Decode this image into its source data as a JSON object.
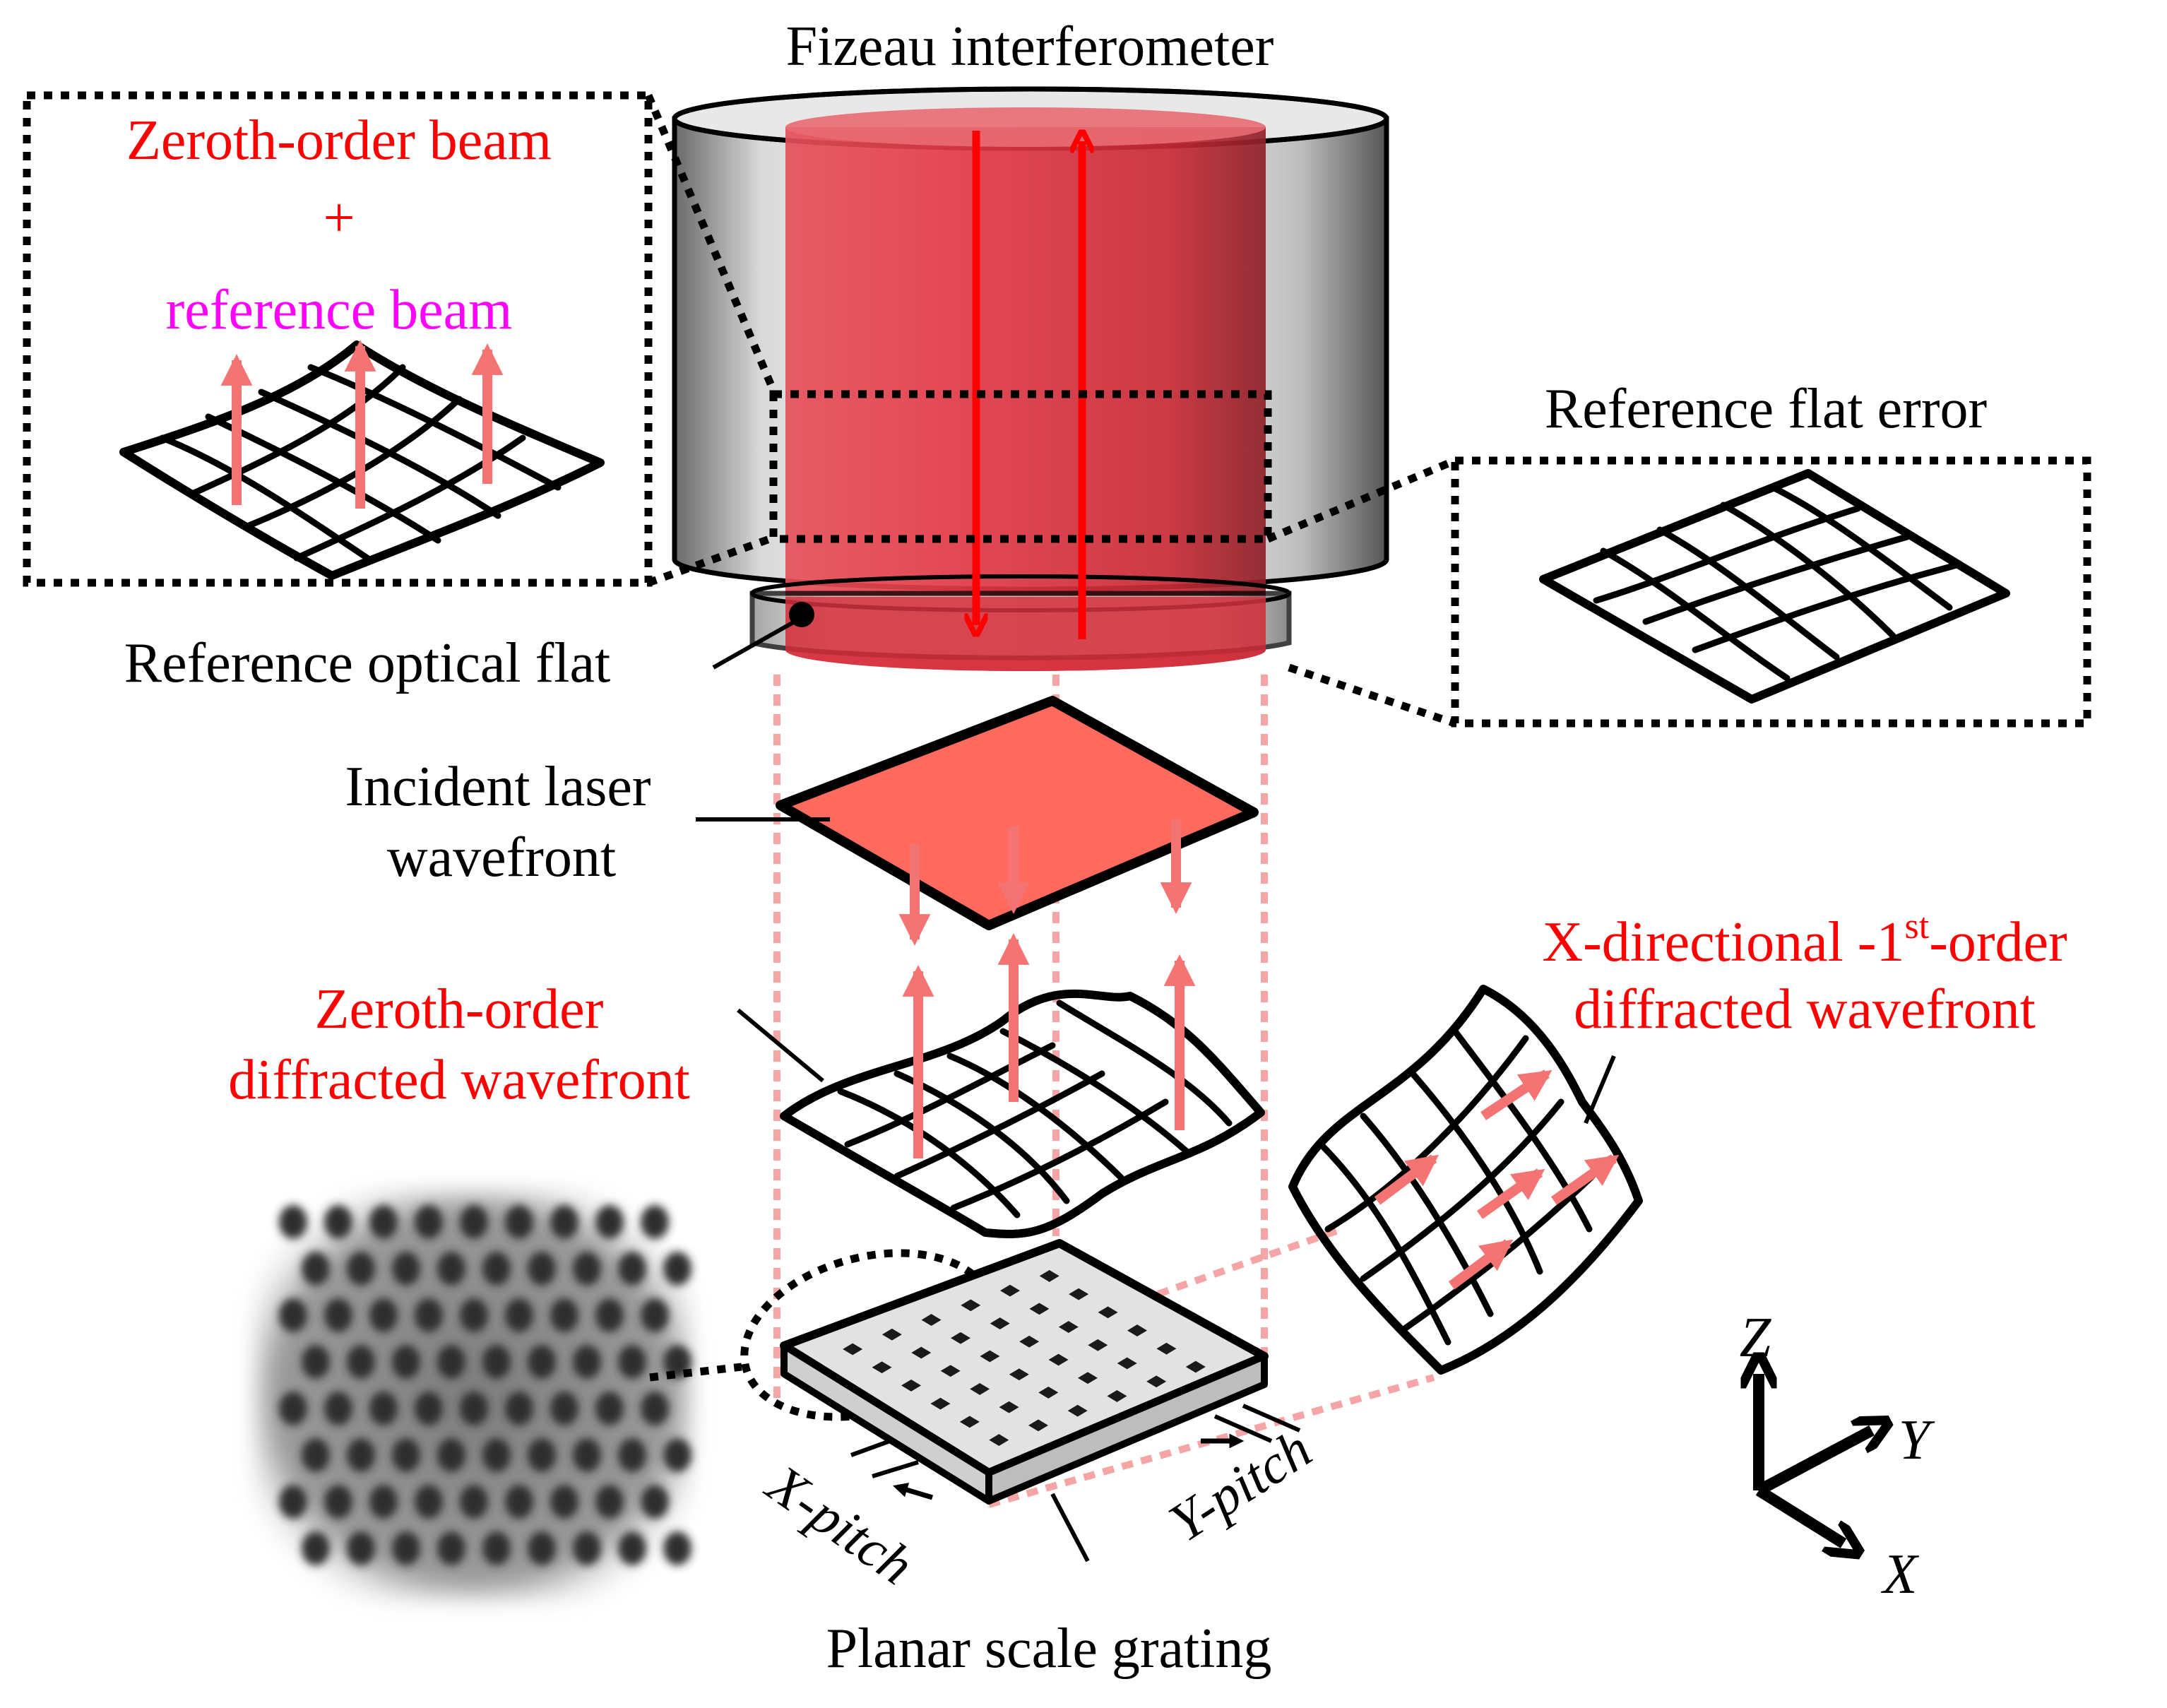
{
  "labels": {
    "fizeau": "Fizeau interferometer",
    "zeroth_order_beam": "Zeroth-order beam",
    "plus_sign": "+",
    "reference_beam": "reference beam",
    "reference_flat_error": "Reference flat error",
    "reference_optical_flat": "Reference optical flat",
    "incident_laser_line1": "Incident laser",
    "incident_laser_line2": "wavefront",
    "zeroth_diffracted_line1": "Zeroth-order",
    "zeroth_diffracted_line2": "diffracted wavefront",
    "x_directional_prefix": "X-directional -1",
    "x_directional_sup": "st",
    "x_directional_suffix": "-order",
    "x_directional_line2": "diffracted wavefront",
    "x_pitch": "X-pitch",
    "y_pitch": "Y-pitch",
    "planar_scale_grating": "Planar scale grating",
    "axis_z": "Z",
    "axis_y": "Y",
    "axis_x": "X"
  },
  "colors": {
    "label_red": "#ff0000",
    "label_magenta": "#ff00ff",
    "beam_red": "#e3303c",
    "arrow_red": "#ff0000",
    "wave_arrow": "#f47474",
    "wavefront_fill": "#fdb3b3",
    "incident_fill": "#fe6a5e",
    "projection_dash": "#f5a5a5",
    "grating_fill": "#d8d8d8"
  }
}
